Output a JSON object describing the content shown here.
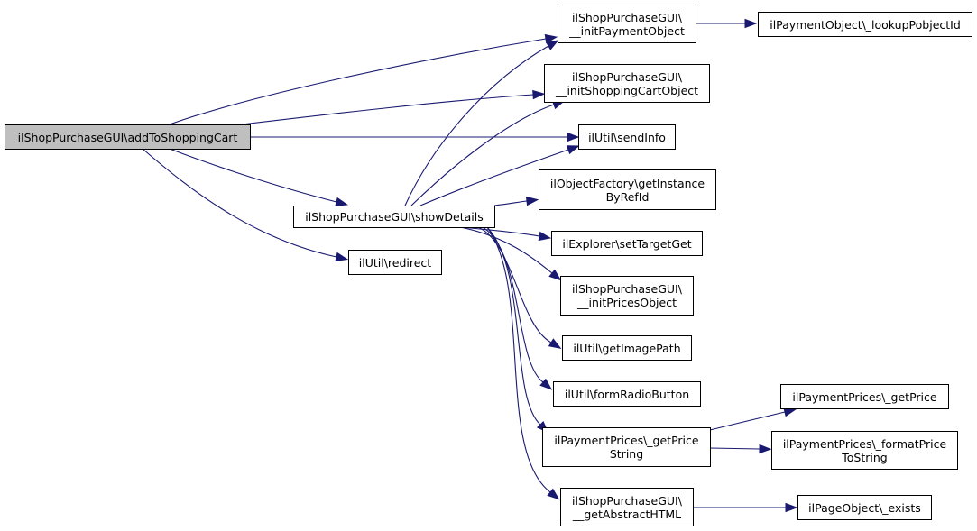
{
  "diagram": {
    "type": "call-graph",
    "edge_color": "#191970",
    "root_fill": "#bfbfbf",
    "nodes": {
      "root": {
        "lines": [
          "ilShopPurchaseGUI\\addToShoppingCart"
        ]
      },
      "initPaymentObject": {
        "lines": [
          "ilShopPurchaseGUI\\",
          "__initPaymentObject"
        ]
      },
      "lookupPobjectId": {
        "lines": [
          "ilPaymentObject\\_lookupPobjectId"
        ]
      },
      "initShoppingCartObject": {
        "lines": [
          "ilShopPurchaseGUI\\",
          "__initShoppingCartObject"
        ]
      },
      "sendInfo": {
        "lines": [
          "ilUtil\\sendInfo"
        ]
      },
      "getInstanceByRefId": {
        "lines": [
          "ilObjectFactory\\getInstance",
          "ByRefId"
        ]
      },
      "showDetails": {
        "lines": [
          "ilShopPurchaseGUI\\showDetails"
        ]
      },
      "setTargetGet": {
        "lines": [
          "ilExplorer\\setTargetGet"
        ]
      },
      "redirect": {
        "lines": [
          "ilUtil\\redirect"
        ]
      },
      "initPricesObject": {
        "lines": [
          "ilShopPurchaseGUI\\",
          "__initPricesObject"
        ]
      },
      "getImagePath": {
        "lines": [
          "ilUtil\\getImagePath"
        ]
      },
      "formRadioButton": {
        "lines": [
          "ilUtil\\formRadioButton"
        ]
      },
      "getPriceString": {
        "lines": [
          "ilPaymentPrices\\_getPrice",
          "String"
        ]
      },
      "getPrice": {
        "lines": [
          "ilPaymentPrices\\_getPrice"
        ]
      },
      "formatPriceToString": {
        "lines": [
          "ilPaymentPrices\\_formatPrice",
          "ToString"
        ]
      },
      "getAbstractHTML": {
        "lines": [
          "ilShopPurchaseGUI\\",
          "__getAbstractHTML"
        ]
      },
      "exists": {
        "lines": [
          "ilPageObject\\_exists"
        ]
      }
    },
    "edges": [
      {
        "from": "root",
        "to": "initPaymentObject"
      },
      {
        "from": "root",
        "to": "initShoppingCartObject"
      },
      {
        "from": "root",
        "to": "sendInfo"
      },
      {
        "from": "root",
        "to": "showDetails"
      },
      {
        "from": "root",
        "to": "redirect"
      },
      {
        "from": "initPaymentObject",
        "to": "lookupPobjectId"
      },
      {
        "from": "showDetails",
        "to": "initPaymentObject"
      },
      {
        "from": "showDetails",
        "to": "initShoppingCartObject"
      },
      {
        "from": "showDetails",
        "to": "sendInfo"
      },
      {
        "from": "showDetails",
        "to": "getInstanceByRefId"
      },
      {
        "from": "showDetails",
        "to": "setTargetGet"
      },
      {
        "from": "showDetails",
        "to": "initPricesObject"
      },
      {
        "from": "showDetails",
        "to": "getImagePath"
      },
      {
        "from": "showDetails",
        "to": "formRadioButton"
      },
      {
        "from": "showDetails",
        "to": "getPriceString"
      },
      {
        "from": "showDetails",
        "to": "getAbstractHTML"
      },
      {
        "from": "getPriceString",
        "to": "getPrice"
      },
      {
        "from": "getPriceString",
        "to": "formatPriceToString"
      },
      {
        "from": "getAbstractHTML",
        "to": "exists"
      }
    ]
  }
}
